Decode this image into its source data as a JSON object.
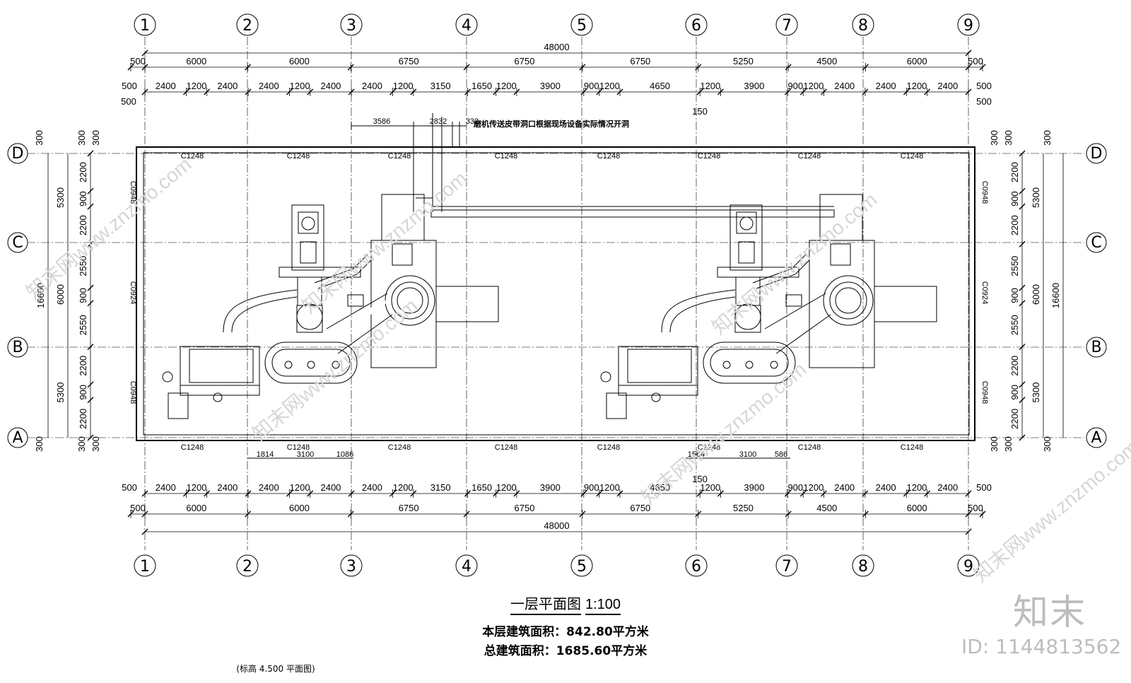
{
  "drawing": {
    "title": "一层平面图",
    "scale": "1:100",
    "floor_area": "本层建筑面积：842.80平方米",
    "total_area": "总建筑面积：1685.60平方米",
    "elevation_note": "(标高 4.500 平面图)",
    "note": "磨机传送皮带洞口根据现场设备实际情况开洞",
    "note_dims": [
      "3586",
      "2832",
      "332"
    ]
  },
  "grid_columns": [
    "1",
    "2",
    "3",
    "4",
    "5",
    "6",
    "7",
    "8",
    "9"
  ],
  "grid_rows": [
    "D",
    "C",
    "B",
    "A"
  ],
  "dimensions": {
    "overall": "48000",
    "bays": [
      "500",
      "6000",
      "6000",
      "6750",
      "6750",
      "6750",
      "5250",
      "4500",
      "6000",
      "500"
    ],
    "openings_top": [
      "2400",
      "1200",
      "2400",
      "2400",
      "1200",
      "2400",
      "2400",
      "1200",
      "3150",
      "1650",
      "1200",
      "3900",
      "900",
      "1200",
      "4650",
      "1200",
      "3900",
      "900",
      "1200",
      "2400",
      "2400",
      "1200",
      "2400"
    ],
    "openings_bottom": [
      "2400",
      "1200",
      "2400",
      "2400",
      "1200",
      "2400",
      "2400",
      "1200",
      "3150",
      "1650",
      "1200",
      "3900",
      "900",
      "1200",
      "4650",
      "1200",
      "3900",
      "900",
      "1200",
      "2400",
      "2400",
      "1200",
      "2400"
    ],
    "edge": "500",
    "offset": "150",
    "bottom_bays": [
      "6000",
      "6000",
      "6750",
      "6750",
      "6750",
      "5250",
      "4500",
      "6000"
    ],
    "left_overall": "16600",
    "left_bays": [
      "5300",
      "6000",
      "5300"
    ],
    "left_detail": [
      "2200",
      "900",
      "2200",
      "2550",
      "900",
      "2550",
      "2200",
      "900",
      "2200"
    ],
    "edge_300": "300",
    "equip_dims_left": [
      "1814",
      "3100",
      "1086"
    ],
    "equip_dims_right": [
      "1564",
      "3100",
      "586"
    ]
  },
  "window_tags": {
    "horizontal": "C1248",
    "vertical_a": "C0948",
    "vertical_b": "C0924"
  },
  "watermark": {
    "logo": "知末",
    "id": "ID: 1144813562",
    "site": "知末网www.znzmo.com"
  },
  "colors": {
    "line": "#000000",
    "watermark": "#bdbdbd"
  }
}
